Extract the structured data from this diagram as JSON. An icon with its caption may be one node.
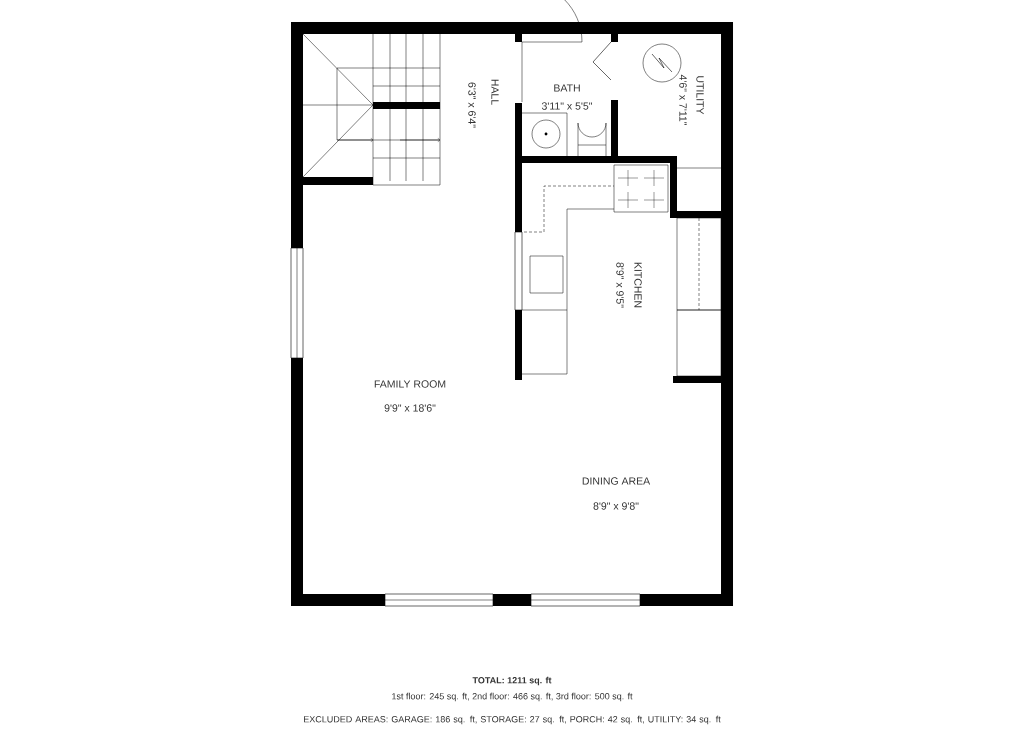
{
  "diagram": {
    "labels": [
      "HALL",
      "6'3\" x 6'4\"",
      "BATH",
      "3'11\" x 5'5\"",
      "UTILITY",
      "4'6\" x 7'11\"",
      "KITCHEN",
      "8'9\" x 9'5\"",
      "FAMILY ROOM",
      "9'9\" x 18'6\"",
      "DINING AREA",
      "8'9\" x 9'8\"",
      "TOTAL: 1211 sq. ft",
      "1st floor: 245 sq. ft, 2nd floor: 466 sq. ft, 3rd floor: 500 sq. ft",
      "EXCLUDED AREAS: GARAGE: 186 sq. ft, STORAGE: 27 sq. ft, PORCH: 42 sq. ft, UTILITY: 34 sq. ft"
    ]
  }
}
